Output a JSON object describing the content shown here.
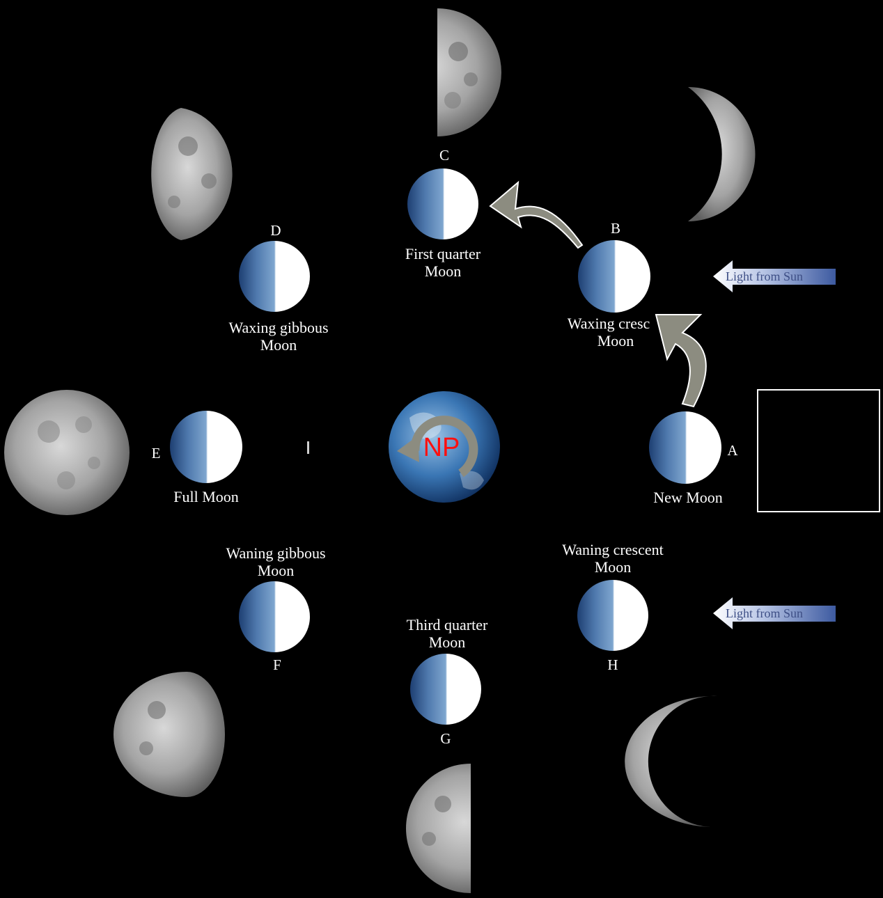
{
  "positions": {
    "a": {
      "letter": "A",
      "line1": "New Moon",
      "line2": ""
    },
    "b": {
      "letter": "B",
      "line1": "Waxing cresc",
      "line2": "Moon"
    },
    "c": {
      "letter": "C",
      "line1": "First quarter",
      "line2": "Moon"
    },
    "d": {
      "letter": "D",
      "line1": "Waxing gibbous",
      "line2": "Moon"
    },
    "e": {
      "letter": "E",
      "line1": "Full Moon",
      "line2": ""
    },
    "f": {
      "letter": "F",
      "line1": "Waning gibbous",
      "line2": "Moon"
    },
    "g": {
      "letter": "G",
      "line1": "Third quarter",
      "line2": "Moon"
    },
    "h": {
      "letter": "H",
      "line1": "Waning crescent",
      "line2": "Moon"
    }
  },
  "sun_arrows": {
    "top": "Light from Sun",
    "bottom": "Light from Sun"
  },
  "earth": {
    "label": "NP"
  },
  "colors": {
    "background": "#000000",
    "orbit_arrow": "#8c8c80",
    "sun_arrow_light": "#ffffff",
    "sun_arrow_dark": "#3d5aa0",
    "np_label": "#ff1010"
  }
}
